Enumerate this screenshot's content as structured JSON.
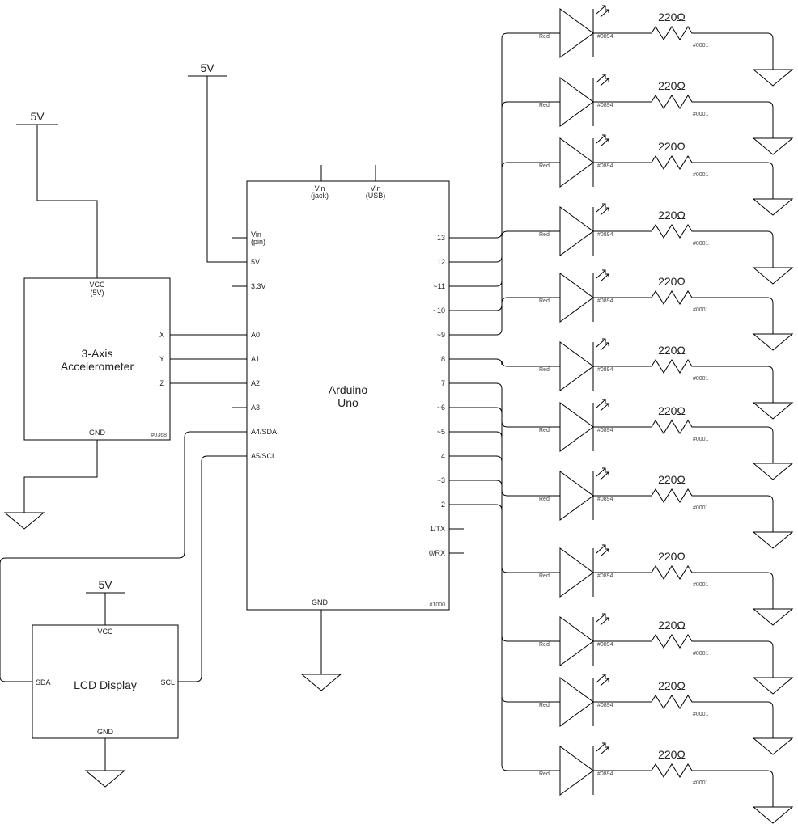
{
  "power_label": "5V",
  "accelerometer": {
    "name_line1": "3-Axis",
    "name_line2": "Accelerometer",
    "vcc_line1": "VCC",
    "vcc_line2": "(5V)",
    "pin_x": "X",
    "pin_y": "Y",
    "pin_z": "Z",
    "gnd": "GND",
    "part_no": "#0368"
  },
  "arduino": {
    "name_line1": "Arduino",
    "name_line2": "Uno",
    "vin_jack_line1": "Vin",
    "vin_jack_line2": "(jack)",
    "vin_usb_line1": "Vin",
    "vin_usb_line2": "(USB)",
    "left_pins": [
      "Vin",
      "(pin)",
      "5V",
      "3.3V",
      "A0",
      "A1",
      "A2",
      "A3",
      "A4/SDA",
      "A5/SCL"
    ],
    "right_pins": [
      "13",
      "12",
      "~11",
      "~10",
      "~9",
      "8",
      "7",
      "~6",
      "~5",
      "4",
      "~3",
      "2",
      "1/TX",
      "0/RX"
    ],
    "gnd": "GND",
    "part_no": "#1000"
  },
  "lcd": {
    "name": "LCD Display",
    "vcc": "VCC",
    "sda": "SDA",
    "scl": "SCL",
    "gnd": "GND"
  },
  "led": {
    "color_label": "Red",
    "part_no": "#0894"
  },
  "resistor": {
    "value": "220Ω",
    "part_no": "#0001"
  },
  "led_rows": 12
}
